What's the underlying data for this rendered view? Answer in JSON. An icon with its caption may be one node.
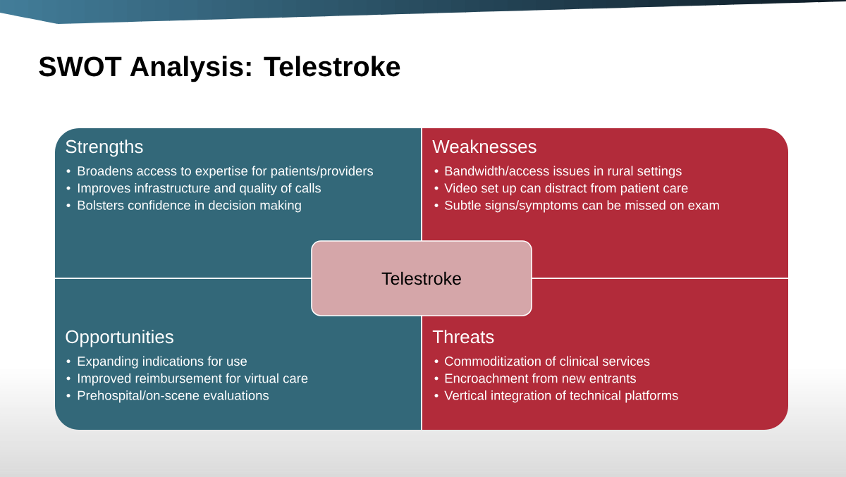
{
  "diagram": {
    "title": "SWOT Analysis: Telestroke",
    "nodes": [
      {
        "text": [
          "Strengths",
          "Broadens access to expertise for patients/providers",
          "Improves infrastructure and quality of calls",
          "Bolsters confidence in decision making"
        ]
      },
      {
        "text": [
          "Weaknesses",
          "Bandwidth/access issues in rural settings",
          "Video set up can distract from patient care",
          "Subtle signs/symptoms can be missed on exam"
        ]
      },
      {
        "text": [
          "Telestroke"
        ]
      },
      {
        "text": [
          "Opportunities",
          "Expanding indications for use",
          "Improved reimbursement for virtual care",
          "Prehospital/on-scene evaluations"
        ]
      },
      {
        "text": [
          "Threats",
          "Commoditization of clinical services",
          "Encroachment from new entrants",
          "Vertical integration of technical platforms"
        ]
      }
    ]
  }
}
